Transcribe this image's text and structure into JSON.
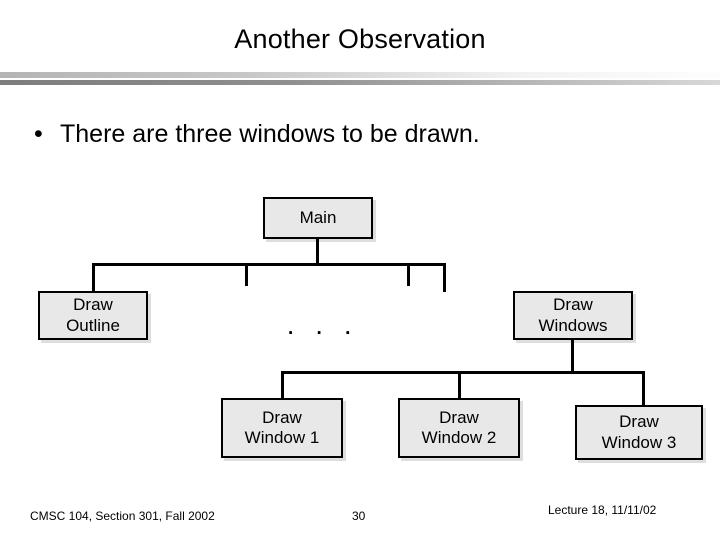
{
  "slide": {
    "title": "Another Observation",
    "bullet": {
      "marker": "•",
      "text": "There are three windows to be drawn."
    },
    "ellipsis": ". . ."
  },
  "diagram": {
    "nodes": [
      {
        "id": "main",
        "lines": [
          "Main"
        ]
      },
      {
        "id": "outline",
        "lines": [
          "Draw",
          "Outline"
        ]
      },
      {
        "id": "windows",
        "lines": [
          "Draw",
          "Windows"
        ]
      },
      {
        "id": "window1",
        "lines": [
          "Draw",
          "Window 1"
        ]
      },
      {
        "id": "window2",
        "lines": [
          "Draw",
          "Window 2"
        ]
      },
      {
        "id": "window3",
        "lines": [
          "Draw",
          "Window 3"
        ]
      }
    ],
    "node_fill": "#e8e8e8",
    "node_border": "#000000"
  },
  "footer": {
    "course": "CMSC 104, Section 301, Fall 2002",
    "page": "30",
    "lecture": "Lecture 18, 11/11/02"
  }
}
